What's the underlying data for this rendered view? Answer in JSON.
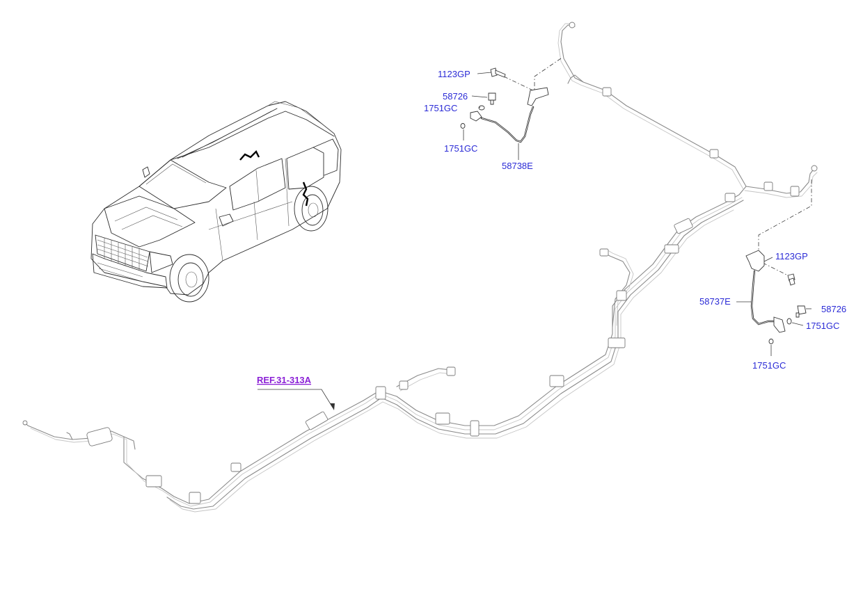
{
  "reference": {
    "text": "REF.31-313A"
  },
  "front_hose": {
    "hose": "58738E",
    "bolt": "1123GP",
    "union_bolt": "58726",
    "gasket_upper": "1751GC",
    "gasket_lower": "1751GC"
  },
  "rear_hose": {
    "hose": "58737E",
    "bolt": "1123GP",
    "union_bolt": "58726",
    "gasket_upper": "1751GC",
    "gasket_lower": "1751GC"
  },
  "colors": {
    "label": "#2b2bd6",
    "reference": "#8a1fd6",
    "pipe": "#8a8a8a"
  }
}
